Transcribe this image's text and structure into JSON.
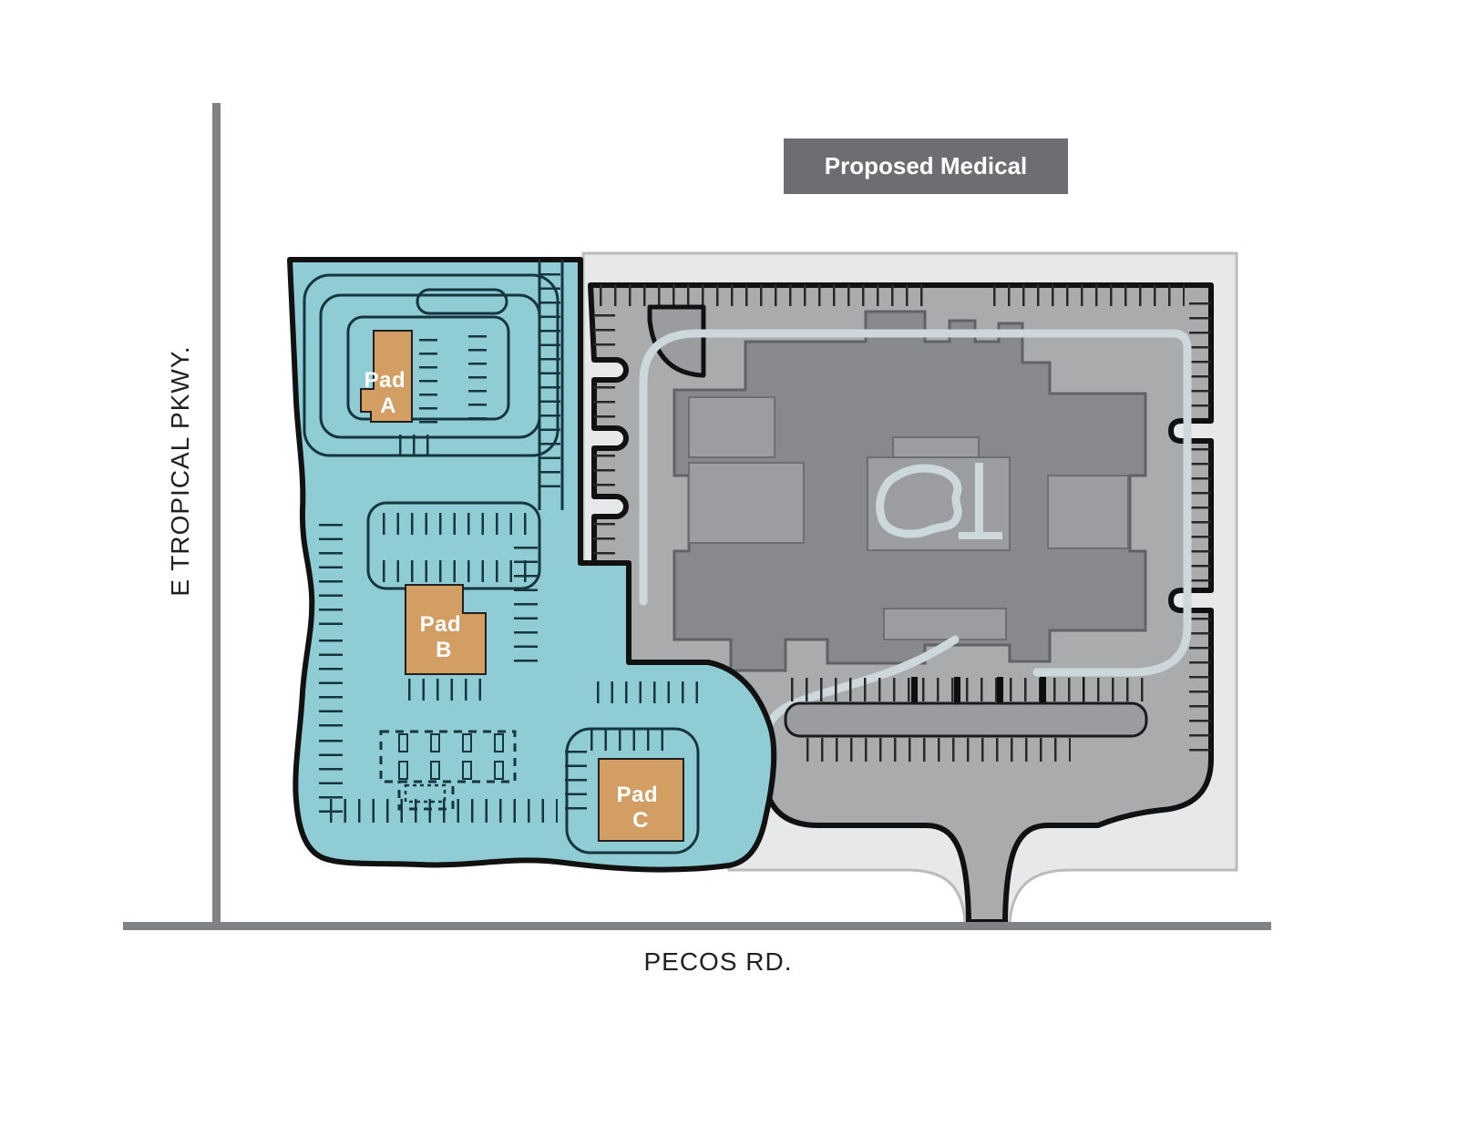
{
  "title": {
    "label": "Proposed Medical"
  },
  "streets": {
    "west": "E TROPICAL PKWY.",
    "south": "PECOS RD."
  },
  "pads": {
    "a": {
      "name": "Pad A",
      "line1": "Pad",
      "line2": "A"
    },
    "b": {
      "name": "Pad B",
      "line1": "Pad",
      "line2": "B"
    },
    "c": {
      "name": "Pad C",
      "line1": "Pad",
      "line2": "C"
    }
  },
  "colors": {
    "retail_parcel_teal": "#8fccd4",
    "pad_tan": "#d29e64",
    "medical_parcel_light": "#e7e8e9",
    "parking_field_gray": "#a9abad",
    "building_gray": "#87898c",
    "building_inset_gray": "#9b9da0",
    "sidewalk_light": "#cdd8dc",
    "road_gray": "#808285",
    "title_box_gray": "#6d6e71",
    "outline_black": "#111111",
    "teal_line_dark": "#16363f",
    "text_dark": "#231f20"
  }
}
